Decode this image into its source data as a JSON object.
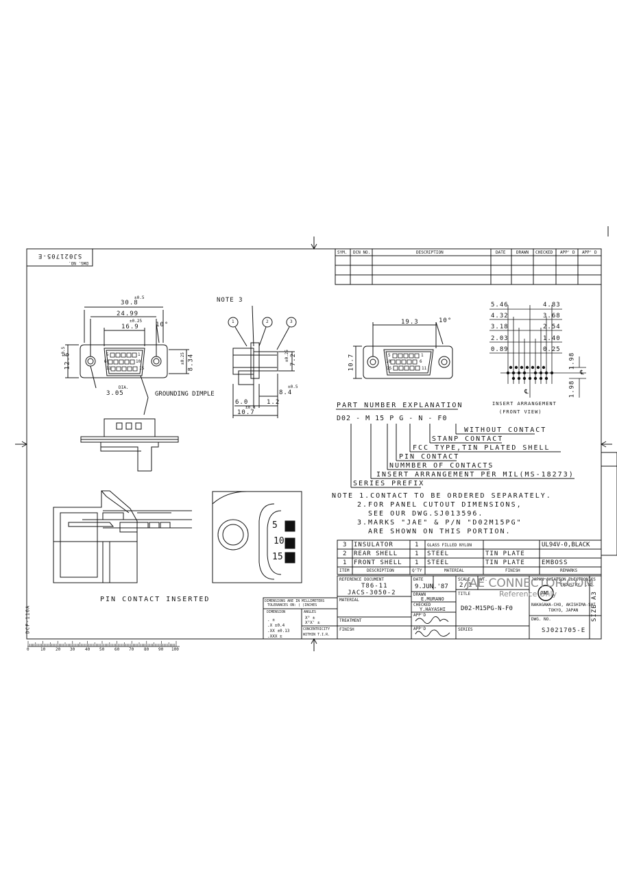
{
  "dwg_no_box": {
    "rotated_number": "SJ021705-E",
    "label": "DWG. NO."
  },
  "revision_table": {
    "headers": [
      "SYM.",
      "DCN NO.",
      "DESCRIPTION",
      "DATE",
      "DRAWN",
      "CHECKED",
      "APP' D",
      "APP' D"
    ]
  },
  "front_view": {
    "dims": [
      "30.8",
      "±0.5",
      "24.99",
      "16.9",
      "±0.25",
      "10°",
      "12.6",
      "±0.5",
      "8.34",
      "±0.25",
      "3.05",
      "DIA."
    ],
    "pin_labels": [
      "5",
      "1",
      "6",
      "10",
      "11",
      "15"
    ],
    "grounding_label": "GROUNDING DIMPLE"
  },
  "side_view": {
    "note_label": "NOTE 3",
    "callouts": [
      "1",
      "2",
      "3"
    ],
    "dims": [
      "7.2",
      "±0.25",
      "6.0",
      "1.2",
      "8.4",
      "±0.5",
      "10.7",
      "±0.8"
    ]
  },
  "pcb_view": {
    "dims": [
      "19.3",
      "10°",
      "10.7"
    ],
    "pin_labels": [
      "5",
      "1",
      "10",
      "6",
      "15",
      "11"
    ]
  },
  "insert_arrangement": {
    "left_dims": [
      "5.46",
      "4.32",
      "3.18",
      "2.03",
      "0.89"
    ],
    "right_dims": [
      "4.83",
      "3.68",
      "2.54",
      "1.40",
      "0.25"
    ],
    "vert_dims": [
      "1.98",
      "1.98"
    ],
    "cl_mark": "℄",
    "title": "INSERT ARRANGEMENT",
    "subtitle": "(FRONT VIEW)"
  },
  "part_number": {
    "heading": "PART NUMBER EXPLANATION",
    "code": "D02 - M 15 P G - N - F0",
    "items": [
      "WITHOUT CONTACT",
      "STANP CONTACT",
      "FCC TYPE,TIN PLATED SHELL",
      "PIN CONTACT",
      "NUMMBER OF CONTACTS",
      "INSERT ARRANGEMENT PER MIL(MS-18273)",
      "SERIES PREFIX"
    ]
  },
  "notes": [
    "NOTE 1.CONTACT TO BE ORDERED SEPARATELY.",
    "2.FOR PANEL CUTOUT DIMENSIONS,",
    "SEE OUR DWG.SJ013596.",
    "3.MARKS \"JAE\" & P/N \"D02M15PG\"",
    "ARE SHOWN ON THIS PORTION."
  ],
  "bom": {
    "rows": [
      {
        "item": "3",
        "desc": "INSULATOR",
        "qty": "1",
        "material": "GLASS FILLED NYLON",
        "finish": "",
        "remarks": "UL94V-0,BLACK"
      },
      {
        "item": "2",
        "desc": "REAR SHELL",
        "qty": "1",
        "material": "STEEL",
        "finish": "TIN PLATE",
        "remarks": "EMBOSS"
      },
      {
        "item": "1",
        "desc": "FRONT SHELL",
        "qty": "1",
        "material": "STEEL",
        "finish": "TIN PLATE",
        "remarks": ""
      }
    ],
    "headers": [
      "ITEM",
      "DESCRIPTION",
      "Q'TY",
      "MATERIAL",
      "FINISH",
      "REMARKS"
    ]
  },
  "title_block": {
    "ref_doc_label": "REFERENCE DOCUMENT",
    "ref_doc_1": "T86-11",
    "ref_doc_2": "JACS-3050-2",
    "date_label": "DATE",
    "date": "9.JUN.'87",
    "scale_label": "SCALE",
    "scale": "2/1",
    "wt_label": "WT.",
    "drawn_label": "DRAWN",
    "drawn": "E.MURANO",
    "checked_label": "CHECKED",
    "checked": "Y.HAYASHI",
    "appd_label": "APP'D",
    "title_label": "TITLE",
    "title": "D02-M15PG-N-F0",
    "material_label": "MATERIAL",
    "treatment_label": "TREATMENT",
    "finish_label": "FINISH",
    "series_label": "SERIES",
    "company": "JAPAN AVIATION ELECTRONICS",
    "company2": "INDUSTRY, LTD.",
    "address1": "NAKAGAWA-CHO, AKISHIMA-SHI",
    "address2": "TOKYO, JAPAN",
    "dwg_no_label": "DWG. NO.",
    "dwg_no": "SJ021705-E",
    "size_label": "SIZE A3",
    "watermark": "JAE CONNECTOR.COM",
    "watermark2": "Reference Only",
    "logo_text": "JAE"
  },
  "tolerances": {
    "heading1": "DIMENSIONS ARE IN MILLIMETERS",
    "heading2": "TOLERANCES ON: ( )INCHES",
    "col1": "DIMENSION",
    "col2": "ANGLES",
    "rows": [
      ".  ±",
      ".X  ±0.4",
      ".XX  ±0.13",
      ".XXX ±"
    ],
    "angles": "X°  ±",
    "angles2": "X°X' ±",
    "conc_label": "CONCENTRICITY",
    "conc_value": "WITHIN  T.I.R."
  },
  "pin_inserted": {
    "label": "PIN CONTACT INSERTED",
    "digits": [
      "5",
      "10",
      "15"
    ]
  },
  "form_id": "DCF-116A",
  "ruler": {
    "labels": [
      "0",
      "10",
      "20",
      "30",
      "40",
      "50",
      "60",
      "70",
      "80",
      "90",
      "100"
    ]
  }
}
